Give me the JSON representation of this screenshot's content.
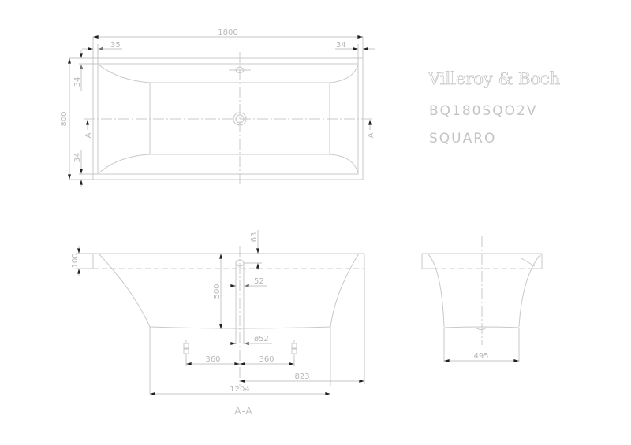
{
  "title_block": {
    "brand": "Villeroy & Boch",
    "model_code": "BQ180SQO2V",
    "model_name": "SQUARO"
  },
  "plan_view": {
    "overall_length": "1800",
    "overall_width": "800",
    "rim_left": "35",
    "rim_right": "34",
    "rim_top": "34",
    "rim_bottom": "34",
    "section_marker_left": "A",
    "section_marker_right": "A"
  },
  "section_a_a": {
    "label": "A-A",
    "rim_height": "100",
    "overflow_offset": "63",
    "overflow_diameter": "52",
    "depth": "500",
    "waste_diameter": "ø52",
    "feet_spacing_left": "360",
    "feet_spacing_right": "360",
    "waste_to_end": "823",
    "base_length": "1204"
  },
  "end_section": {
    "base_width": "495"
  },
  "colors": {
    "line": "#c8c8c8",
    "text": "#b8b8b8",
    "arrow": "#222222",
    "background": "#ffffff"
  }
}
